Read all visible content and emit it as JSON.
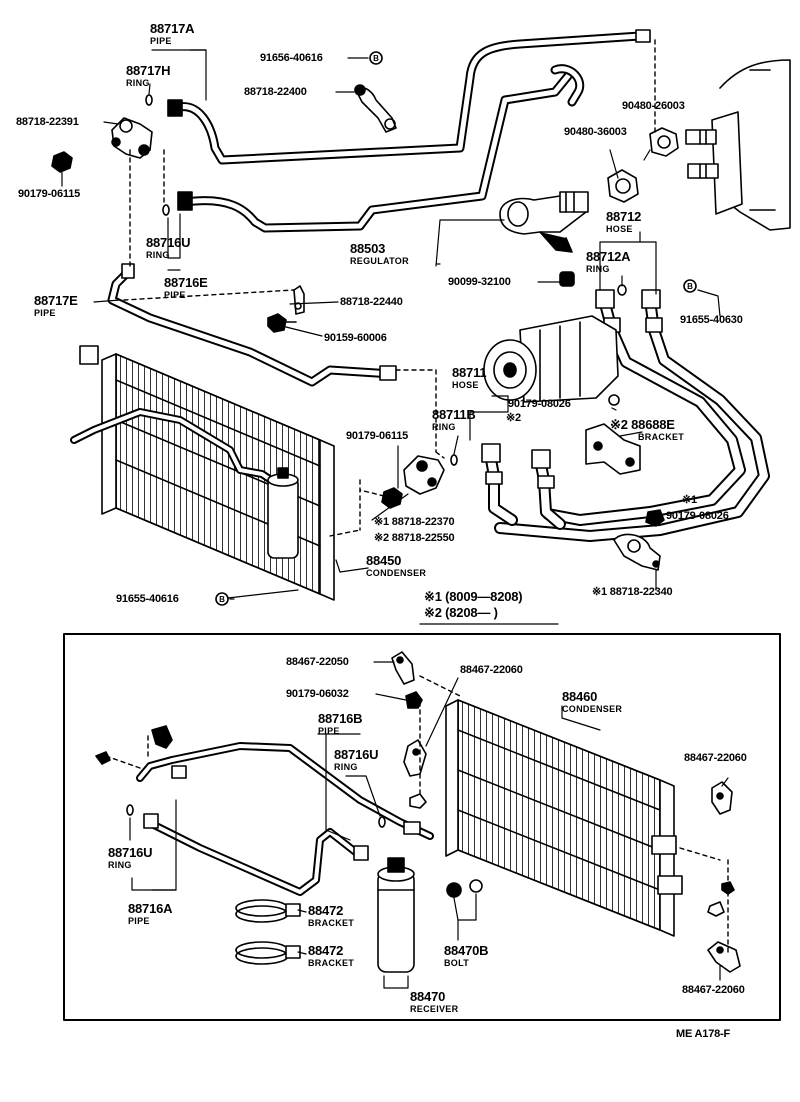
{
  "labels": {
    "p88717A": {
      "num": "88717A",
      "name": "PIPE"
    },
    "p91656": "91656-40616",
    "p88717H": {
      "num": "88717H",
      "name": "RING"
    },
    "p88718_22400": "88718-22400",
    "p88718_22391": "88718-22391",
    "p90480_26003": "90480-26003",
    "p90480_36003": "90480-36003",
    "p90179_06115a": "90179-06115",
    "p88716U": {
      "num": "88716U",
      "name": "RING"
    },
    "p88716E": {
      "num": "88716E",
      "name": "PIPE"
    },
    "p88712": {
      "num": "88712",
      "name": "HOSE"
    },
    "p88503": {
      "num": "88503",
      "name": "REGULATOR"
    },
    "p88712A": {
      "num": "88712A",
      "name": "RING"
    },
    "p88717E": {
      "num": "88717E",
      "name": "PIPE"
    },
    "p90099": "90099-32100",
    "p88718_22440": "88718-22440",
    "p91655_40630": "91655-40630",
    "p90159": "90159-60006",
    "p88711": {
      "num": "88711",
      "name": "HOSE"
    },
    "p90179_08026a": "90179-08026",
    "star2": "※2",
    "p88688E": {
      "num": "※2 88688E",
      "name": "BRACKET"
    },
    "p88711B": {
      "num": "88711B",
      "name": "RING"
    },
    "p90179_06115b": "90179-06115",
    "p90179_08026b": "90179-08026",
    "star1": "※1",
    "p88718_22370": "※1 88718-22370",
    "p88718_22550": "※2 88718-22550",
    "p88450": {
      "num": "88450",
      "name": "CONDENSER"
    },
    "p88718_22340": "※1 88718-22340",
    "p91655_40616": "91655-40616",
    "note1": "※1 (8009—8208)",
    "note2": "※2 (8208—     )",
    "p88467_22050": "88467-22050",
    "p88467_22060a": "88467-22060",
    "p90179_06032": "90179-06032",
    "p88460": {
      "num": "88460",
      "name": "CONDENSER"
    },
    "p88716B": {
      "num": "88716B",
      "name": "PIPE"
    },
    "p88716U_b": {
      "num": "88716U",
      "name": "RING"
    },
    "p88467_22060b": "88467-22060",
    "p88716U_c": {
      "num": "88716U",
      "name": "RING"
    },
    "p88716A": {
      "num": "88716A",
      "name": "PIPE"
    },
    "p88472a": {
      "num": "88472",
      "name": "BRACKET"
    },
    "p88472b": {
      "num": "88472",
      "name": "BRACKET"
    },
    "p88470B": {
      "num": "88470B",
      "name": "BOLT"
    },
    "p88470": {
      "num": "88470",
      "name": "RECEIVER"
    },
    "p88467_22060c": "88467-22060",
    "footer": "ME   A178-F"
  },
  "markers": {
    "bolt_letter": "B"
  }
}
